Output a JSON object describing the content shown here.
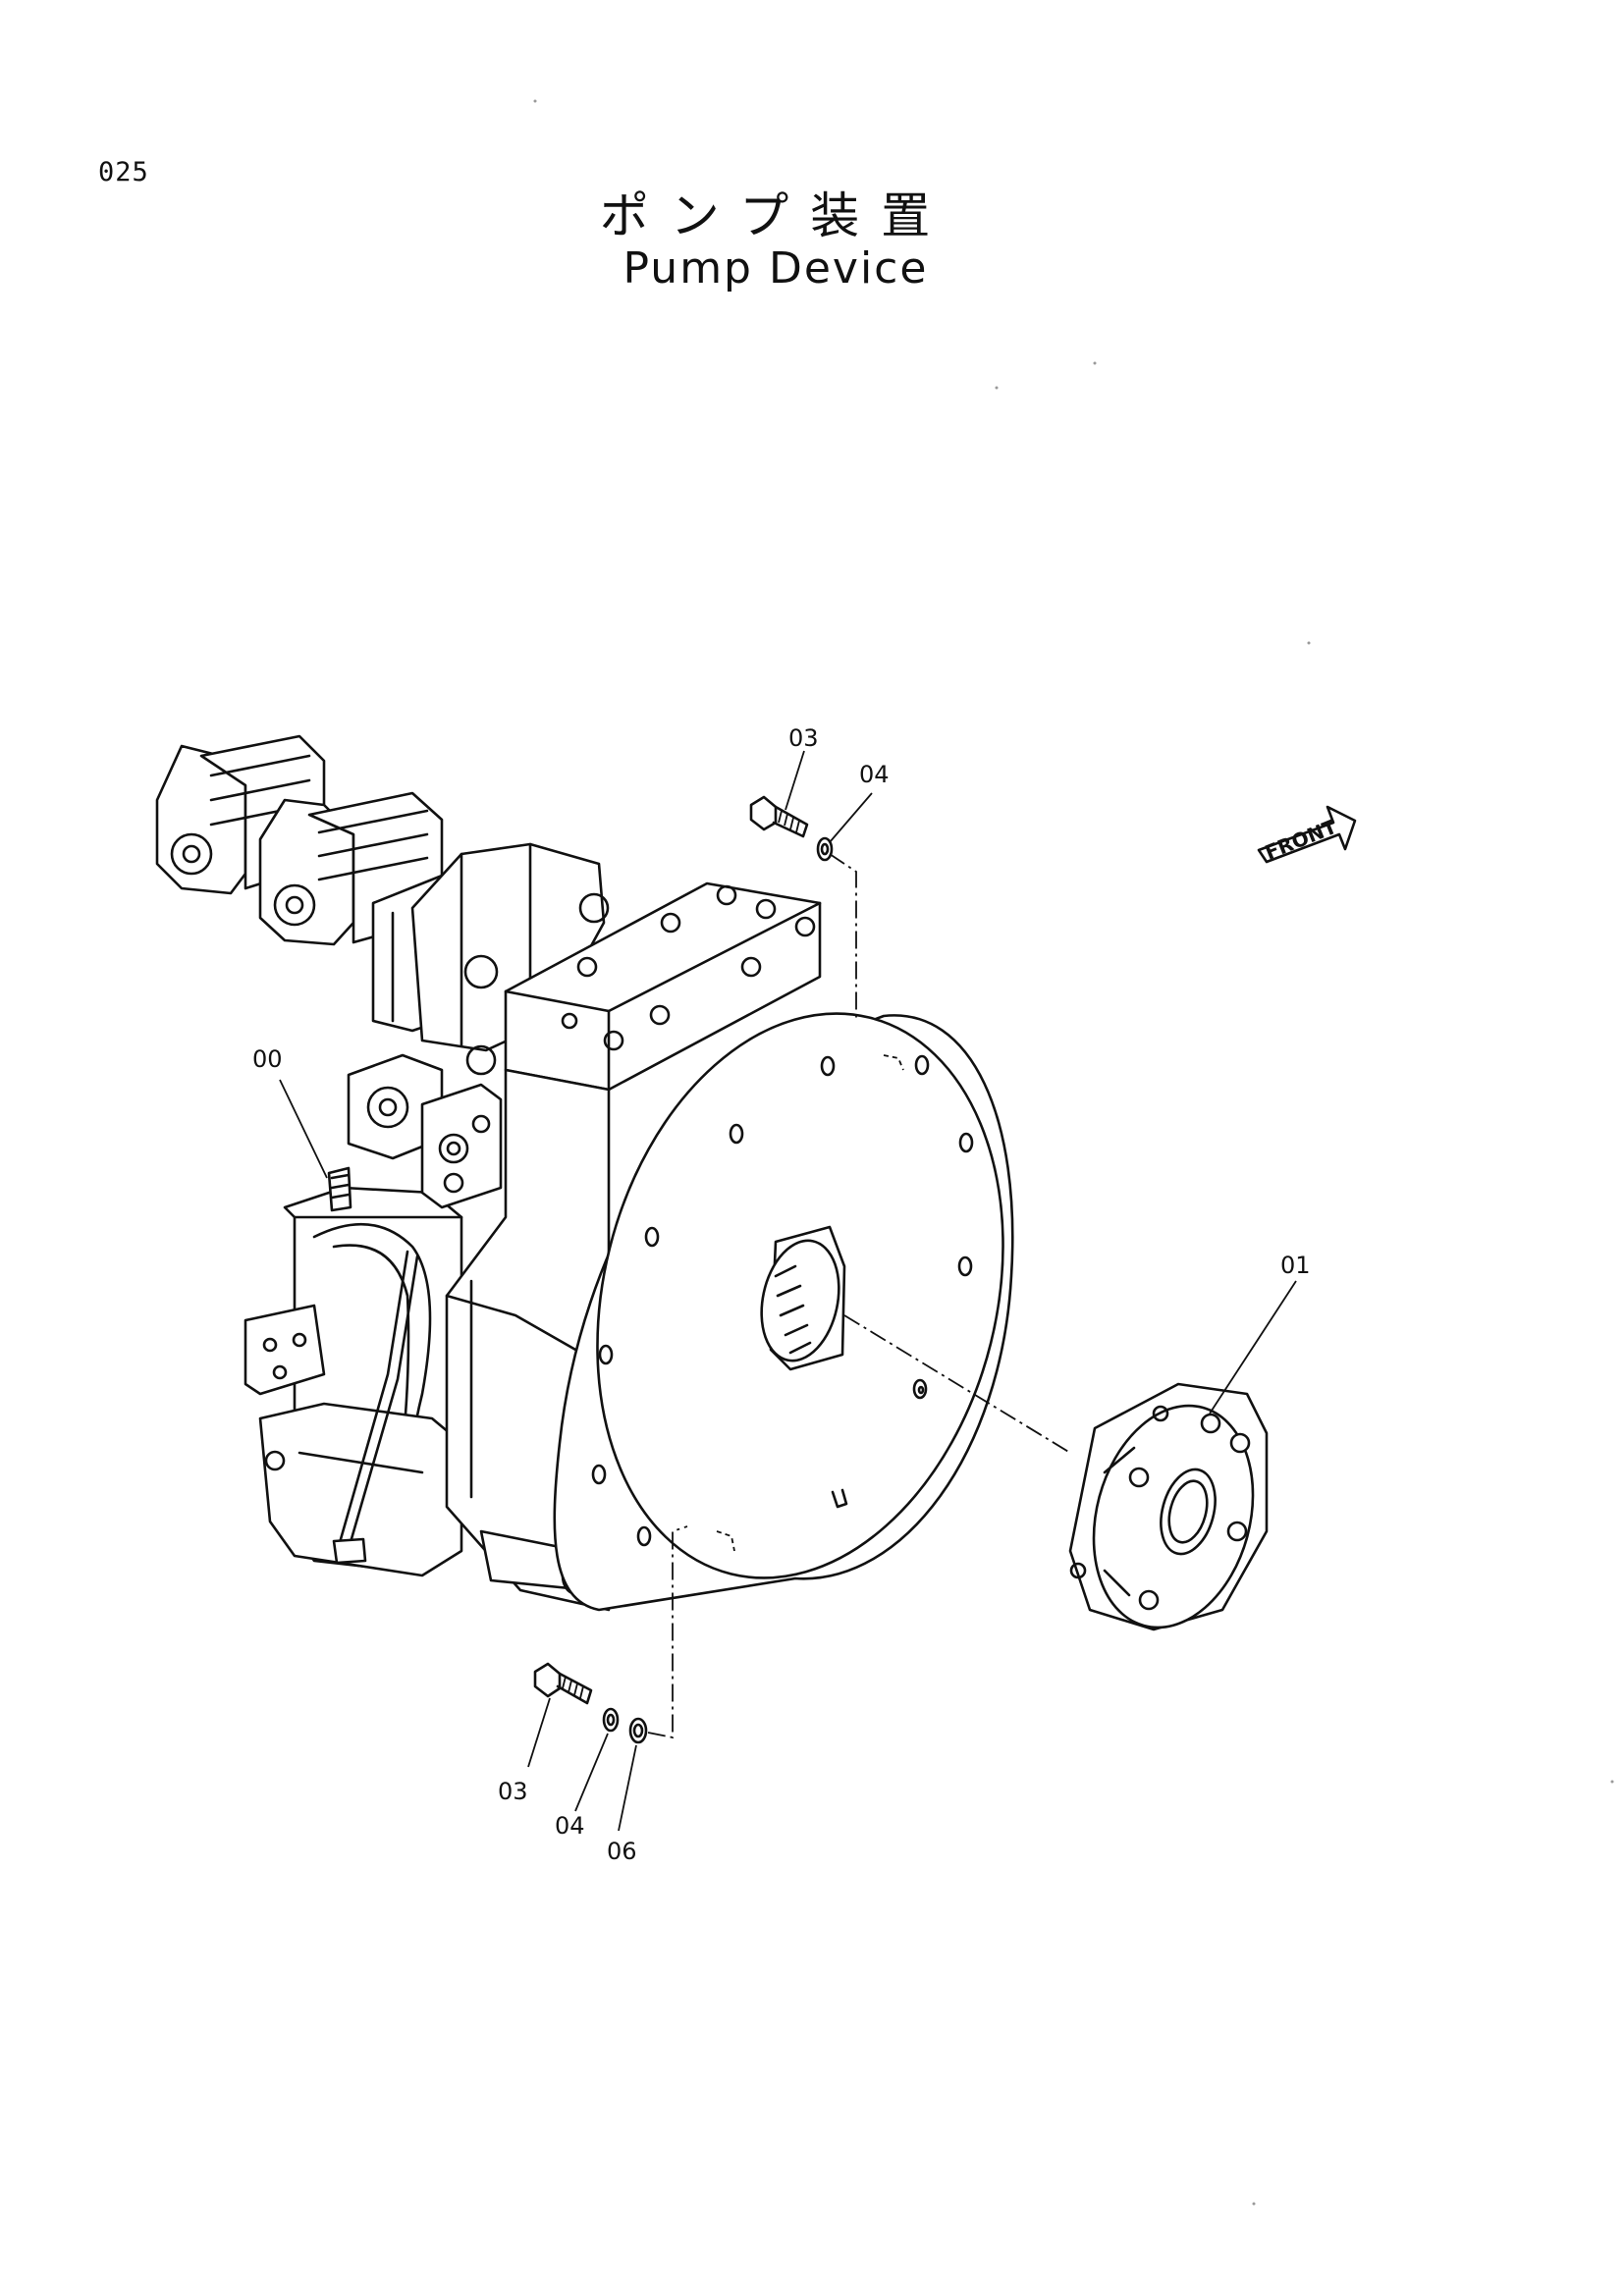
{
  "page_number": "025",
  "title_japanese": "ポンプ装置",
  "title_english": "Pump Device",
  "front_arrow_label": "FRONT",
  "callouts": {
    "main_pump": "00",
    "coupling": "01",
    "bolt_top": "03",
    "washer_top": "04",
    "bolt_bottom": "03",
    "washer_bottom": "04",
    "washer_06": "06"
  }
}
